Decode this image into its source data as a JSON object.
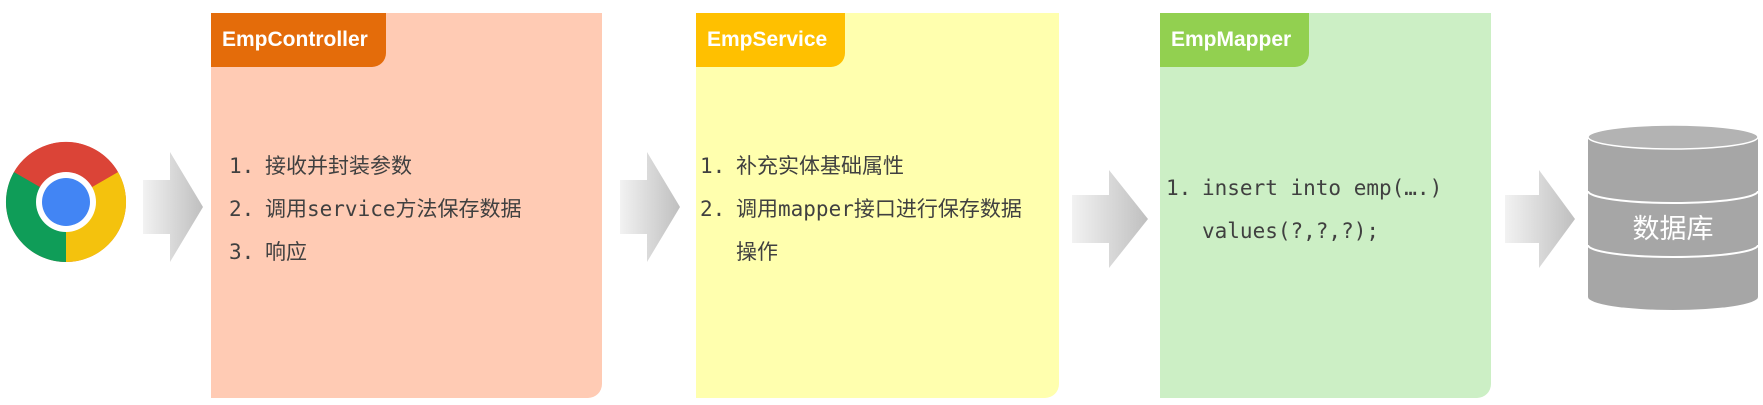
{
  "browser": {
    "icon": "chrome-browser-icon"
  },
  "controller": {
    "title": "EmpController",
    "color": "#E46C0A",
    "bg": "#FFCBB4",
    "steps": [
      {
        "num": "1.",
        "text": "接收并封装参数"
      },
      {
        "num": "2.",
        "text": "调用service方法保存数据"
      },
      {
        "num": "3.",
        "text": "响应"
      }
    ]
  },
  "service": {
    "title": "EmpService",
    "color": "#FFC000",
    "bg": "#FFFFAE",
    "steps": [
      {
        "num": "1.",
        "text": "补充实体基础属性"
      },
      {
        "num": "2.",
        "text": "调用mapper接口进行保存数据"
      },
      {
        "num": "",
        "text": "操作"
      }
    ]
  },
  "mapper": {
    "title": "EmpMapper",
    "color": "#92D050",
    "bg": "#CCEFC5",
    "steps": [
      {
        "num": "1.",
        "text": "insert into emp(….)"
      },
      {
        "num": "",
        "text": "values(?,?,?);"
      }
    ]
  },
  "database": {
    "label": "数据库",
    "color": "#A6A6A6"
  }
}
